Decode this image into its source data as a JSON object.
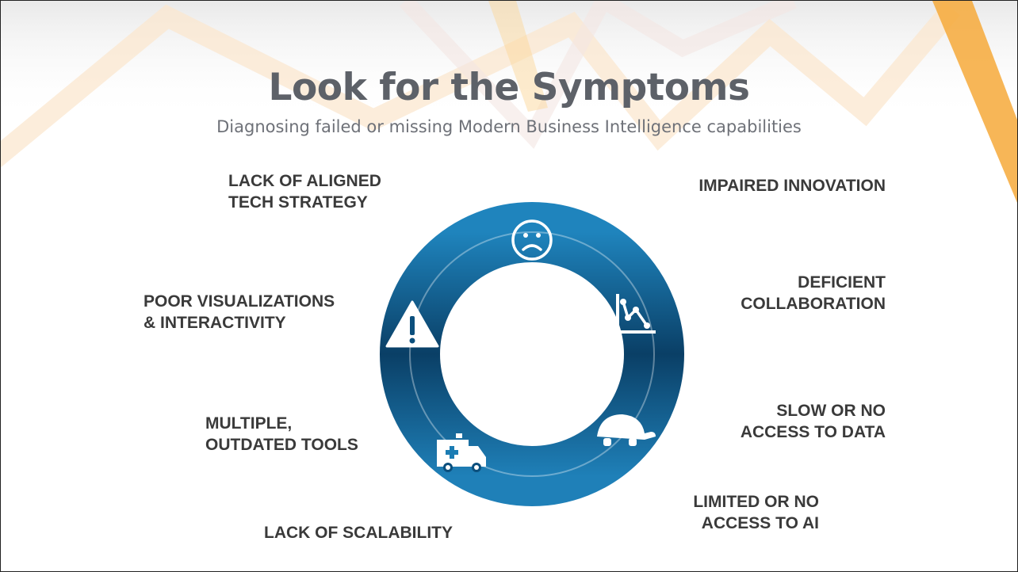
{
  "slide": {
    "title": "Look for the Symptoms",
    "subtitle": "Diagnosing failed or missing Modern Business Intelligence capabilities"
  },
  "symptoms": [
    {
      "lines": [
        "LACK OF ALIGNED",
        "TECH STRATEGY"
      ]
    },
    {
      "lines": [
        "IMPAIRED INNOVATION"
      ]
    },
    {
      "lines": [
        "DEFICIENT",
        "COLLABORATION"
      ]
    },
    {
      "lines": [
        "SLOW OR NO",
        "ACCESS TO DATA"
      ]
    },
    {
      "lines": [
        "LIMITED OR NO",
        "ACCESS TO AI"
      ]
    },
    {
      "lines": [
        "LACK OF SCALABILITY"
      ]
    },
    {
      "lines": [
        "MULTIPLE,",
        "OUTDATED TOOLS"
      ]
    },
    {
      "lines": [
        "POOR VISUALIZATIONS",
        "& INTERACTIVITY"
      ]
    }
  ],
  "ring_icons": [
    "sad-face-icon",
    "chart-icon",
    "turtle-icon",
    "ambulance-icon",
    "warning-icon"
  ],
  "colors": {
    "ring_dark": "#0b4f7d",
    "ring_light": "#1b7cb3",
    "accent_orange": "#f5b041",
    "title_gray": "#5d6168"
  }
}
